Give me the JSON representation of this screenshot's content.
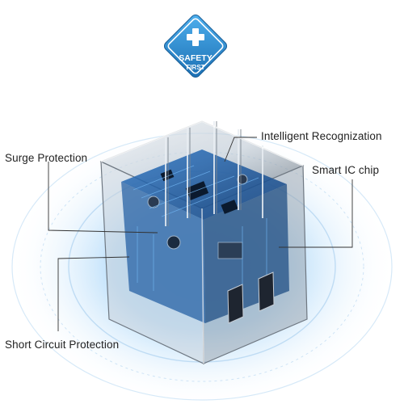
{
  "badge": {
    "line1": "SAFETY",
    "line2": "FIRST",
    "color": "#2a86c8",
    "icon": "medical-cross-icon"
  },
  "callouts": {
    "intelligent_recognization": "Intelligent Recognization",
    "surge_protection": "Surge Protection",
    "smart_ic_chip": "Smart IC chip",
    "short_circuit_protection": "Short Circuit Protection"
  },
  "product": {
    "image": "transparent-adapter-cube-image",
    "glow_color": "#4aa7f0",
    "circuit_color": "#1f5fa6"
  }
}
